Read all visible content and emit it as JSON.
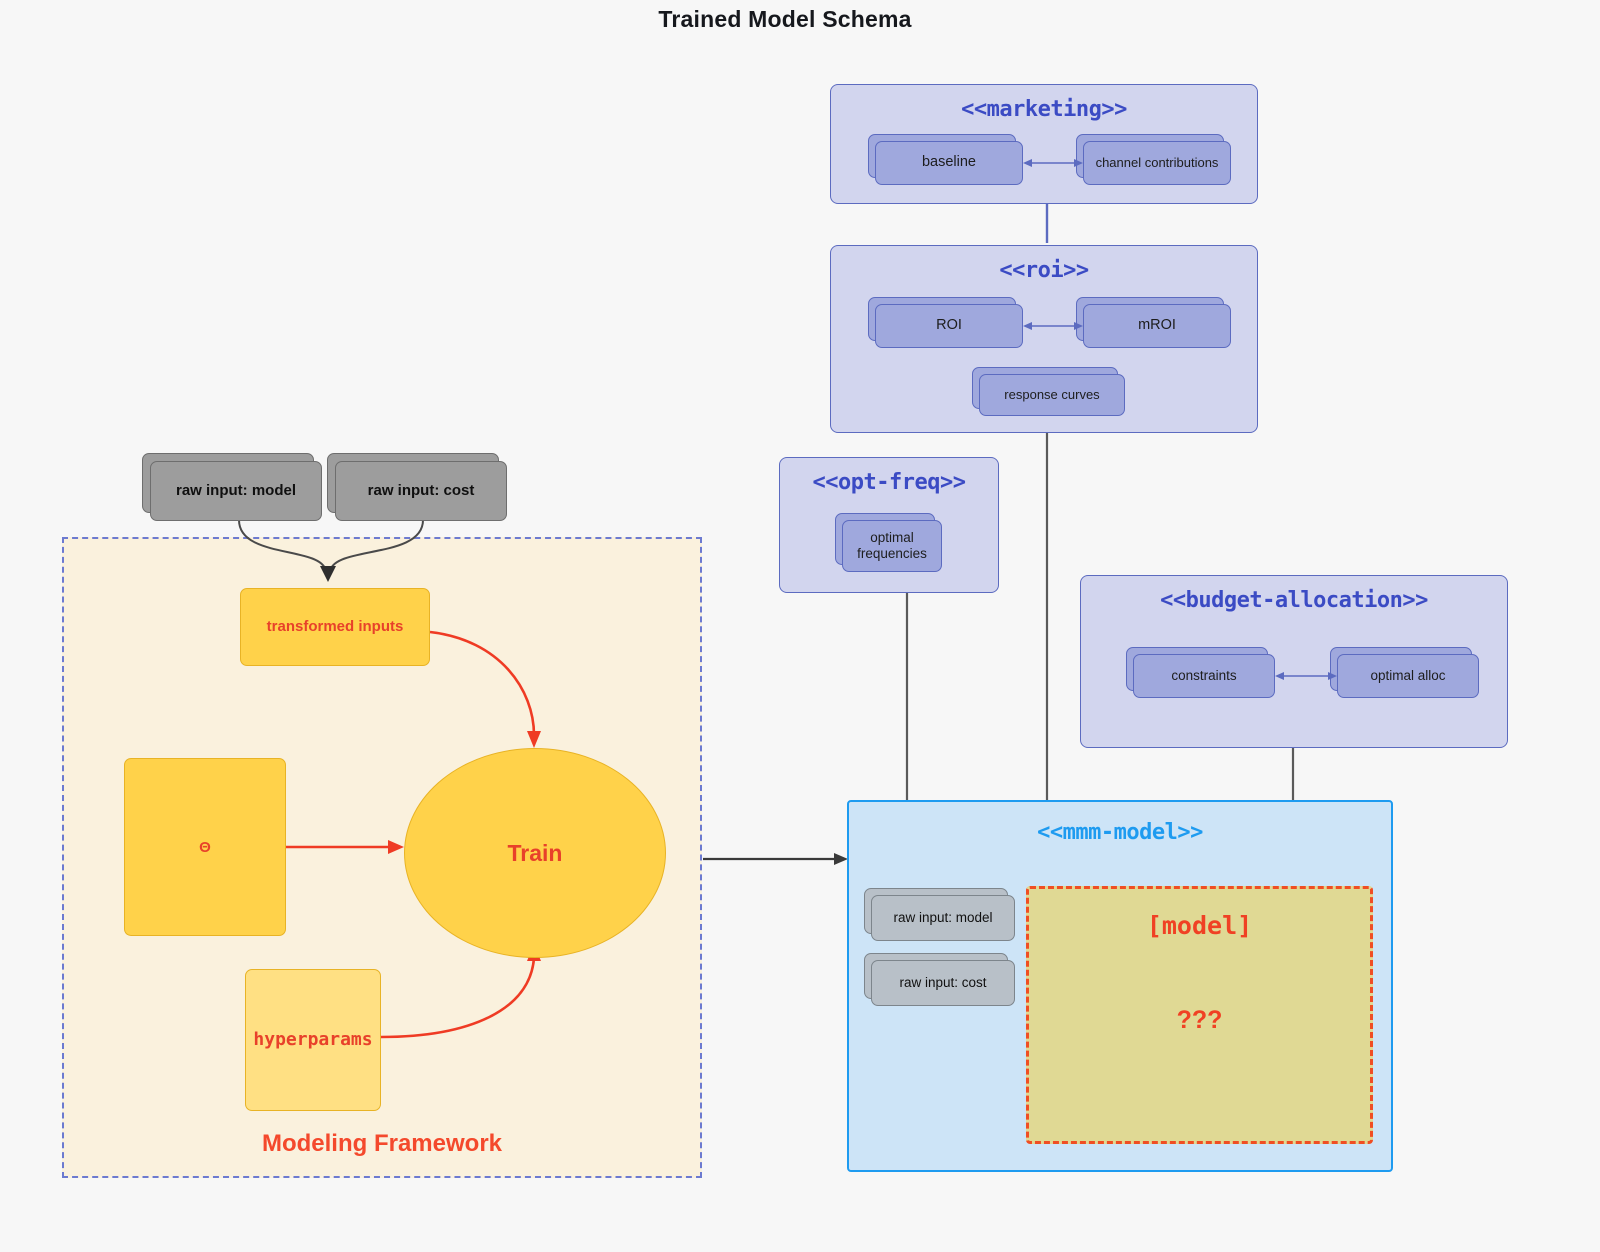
{
  "title": "Trained Model Schema",
  "packages": {
    "marketing": {
      "name": "<<marketing>>",
      "nodes": [
        {
          "label": "baseline"
        },
        {
          "label": "channel contributions"
        }
      ]
    },
    "roi": {
      "name": "<<roi>>",
      "nodes": [
        {
          "label": "ROI"
        },
        {
          "label": "mROI"
        },
        {
          "label": "response curves"
        }
      ]
    },
    "opt_freq": {
      "name": "<<opt-freq>>",
      "nodes": [
        {
          "label": "optimal\nfrequencies",
          "line1": "optimal",
          "line2": "frequencies"
        }
      ]
    },
    "budget_allocation": {
      "name": "<<budget-allocation>>",
      "nodes": [
        {
          "label": "constraints"
        },
        {
          "label": "optimal alloc"
        }
      ]
    },
    "mmm_model": {
      "name": "<<mmm-model>>",
      "inputs": [
        {
          "label": "raw input: model"
        },
        {
          "label": "raw input: cost"
        }
      ],
      "model_box": {
        "title": "[model]",
        "question": "???"
      }
    }
  },
  "framework": {
    "label": "Modeling Framework",
    "raw_inputs": [
      {
        "label": "raw input: model"
      },
      {
        "label": "raw input: cost"
      }
    ],
    "transformed": "transformed inputs",
    "theta": "Θ",
    "hyperparams": "hyperparams",
    "train": "Train"
  },
  "colors": {
    "canvas_bg": "#f7f7f7",
    "package_fill": "#d2d5ee",
    "package_border": "#5c6bc0",
    "package_title": "#3b4bc4",
    "node_purple": "#9fa8dd",
    "node_grey": "#9d9d9d",
    "node_grey_light": "#b8c0c8",
    "node_yellow": "#ffd24a",
    "node_yellow_pale": "#ffe083",
    "accent_red": "#f04124",
    "mmm_fill": "#cde4f7",
    "mmm_border": "#1e9bf0",
    "model_fill": "#e0d994",
    "framework_fill": "#faf1dd",
    "framework_border": "#6c7ad0"
  }
}
